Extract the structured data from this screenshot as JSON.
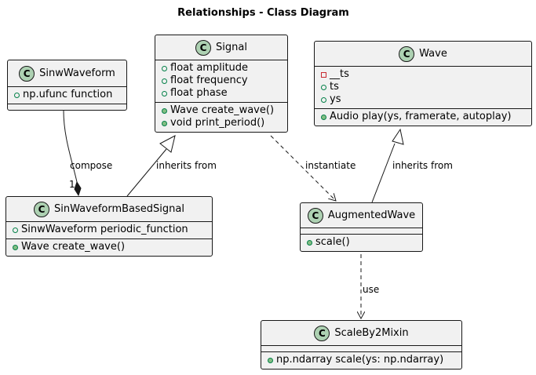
{
  "diagram": {
    "title": "Relationships - Class Diagram",
    "spot_letter": "C",
    "classes": {
      "sinwaveform": {
        "name": "SinwWaveform",
        "fields": [
          {
            "vis": "public",
            "text": "np.ufunc function"
          }
        ],
        "methods": []
      },
      "signal": {
        "name": "Signal",
        "fields": [
          {
            "vis": "public",
            "text": "float amplitude"
          },
          {
            "vis": "public",
            "text": "float frequency"
          },
          {
            "vis": "public",
            "text": "float phase"
          }
        ],
        "methods": [
          {
            "vis": "public-method",
            "text": "Wave create_wave()"
          },
          {
            "vis": "public-method",
            "text": "void print_period()"
          }
        ]
      },
      "wave": {
        "name": "Wave",
        "fields": [
          {
            "vis": "private",
            "text": "__ts"
          },
          {
            "vis": "public",
            "text": "ts"
          },
          {
            "vis": "public",
            "text": "ys"
          }
        ],
        "methods": [
          {
            "vis": "public-method",
            "text": "Audio play(ys, framerate, autoplay)"
          }
        ]
      },
      "sinwaveformbasedsignal": {
        "name": "SinWaveformBasedSignal",
        "fields": [
          {
            "vis": "public",
            "text": "SinwWaveform periodic_function"
          }
        ],
        "methods": [
          {
            "vis": "public-method",
            "text": "Wave create_wave()"
          }
        ]
      },
      "augmentedwave": {
        "name": "AugmentedWave",
        "fields": [],
        "methods": [
          {
            "vis": "public-method",
            "text": "scale()"
          }
        ]
      },
      "scaleby2mixin": {
        "name": "ScaleBy2Mixin",
        "fields": [],
        "methods": [
          {
            "vis": "public-method",
            "text": "np.ndarray scale(ys: np.ndarray)"
          }
        ]
      }
    },
    "relations": {
      "compose_label": "compose",
      "compose_multiplicity": "1",
      "inherits_signal_label": "inherits from",
      "instantiate_label": "instantiate",
      "inherits_wave_label": "inherits from",
      "use_label": "use"
    },
    "colors": {
      "class_fill": "#f1f1f1",
      "border": "#181818",
      "spot_fill": "#add1b2",
      "public_marker": "#038048",
      "private_marker": "#c82930"
    }
  }
}
